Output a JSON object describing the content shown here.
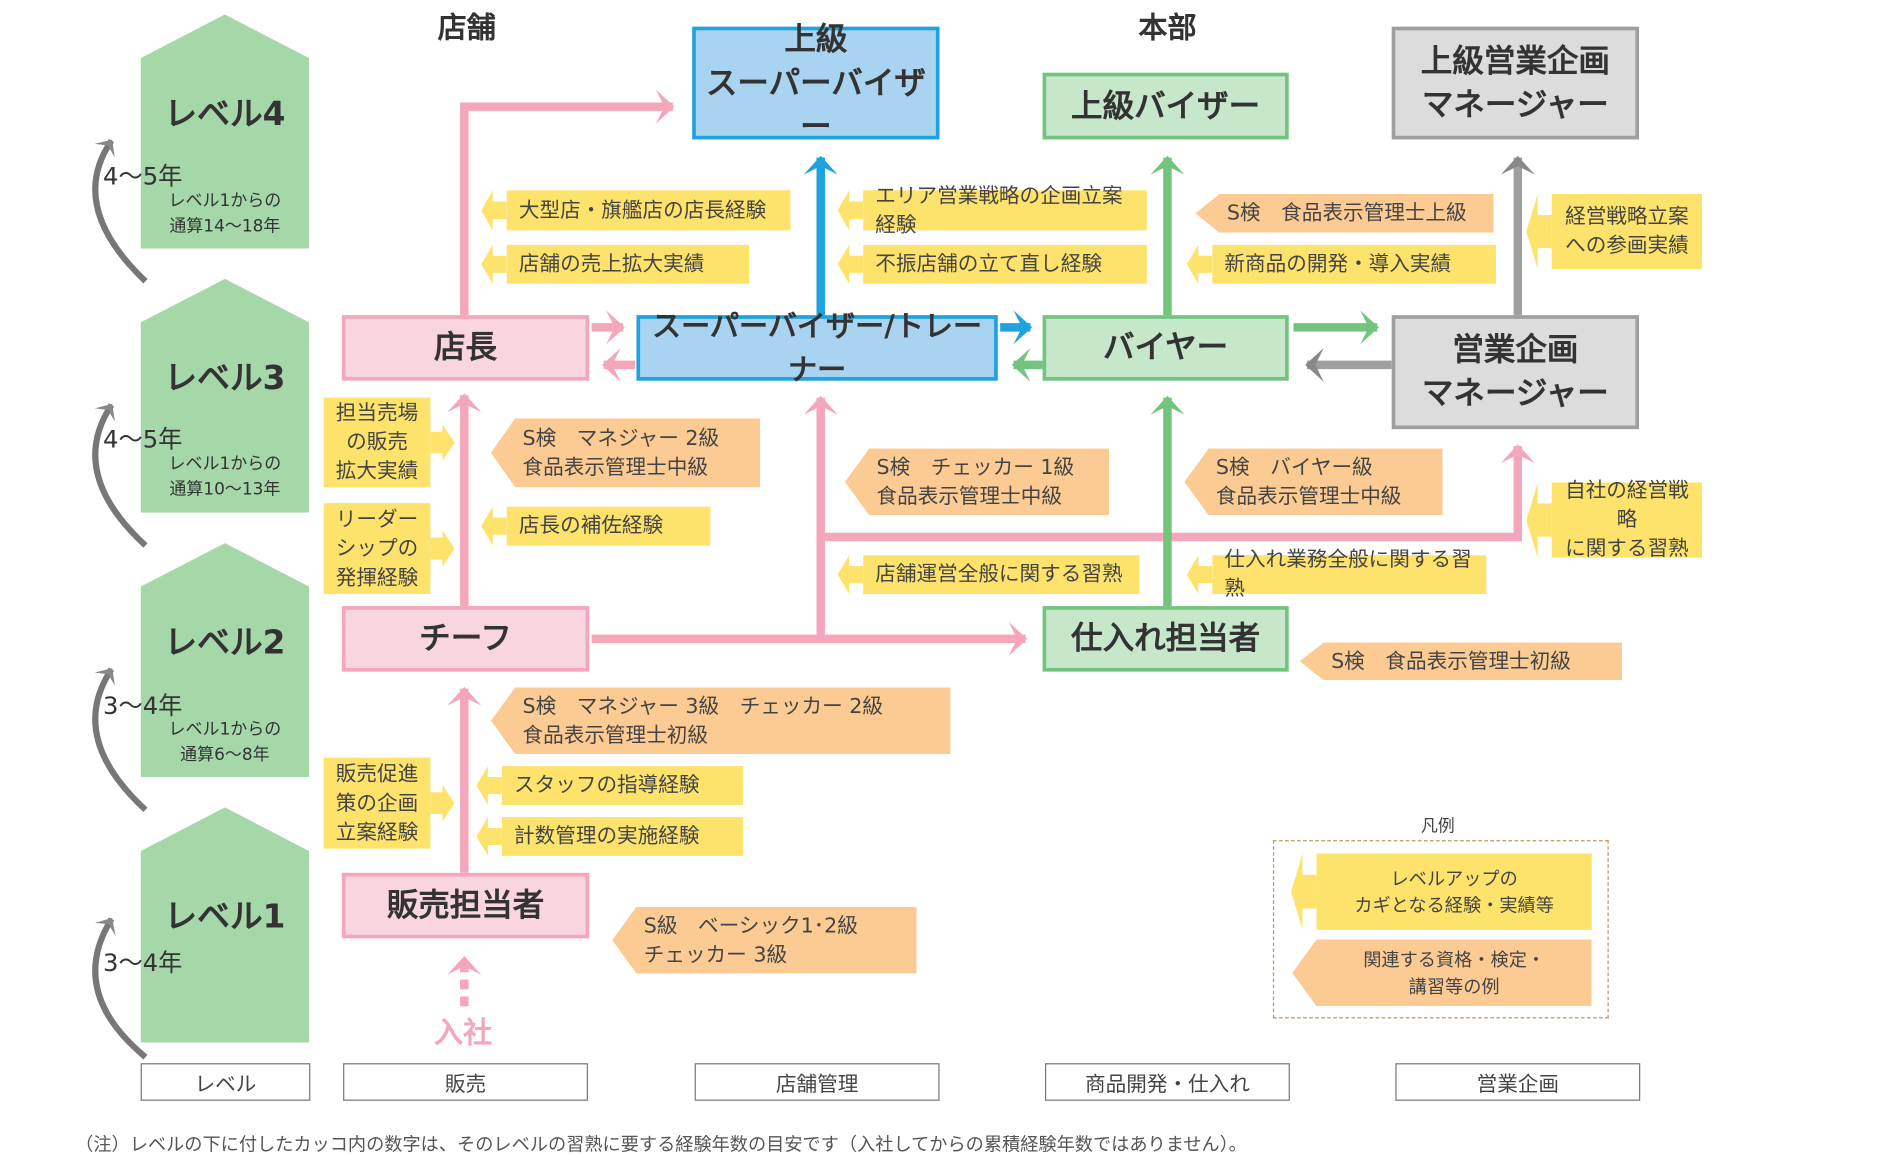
{
  "headers": {
    "store": "店舗",
    "hq": "本部"
  },
  "levels": [
    {
      "title": "レベル4",
      "years": "4〜5年",
      "cumulative": "レベル1からの\n通算14〜18年"
    },
    {
      "title": "レベル3",
      "years": "4〜5年",
      "cumulative": "レベル1からの\n通算10〜13年"
    },
    {
      "title": "レベル2",
      "years": "3〜4年",
      "cumulative": "レベル1からの\n通算6〜8年"
    },
    {
      "title": "レベル1",
      "years": "3〜4年"
    }
  ],
  "roles": {
    "senior_supervisor": "上級\nスーパーバイザー",
    "senior_buyer": "上級バイザー",
    "senior_sales_planning_manager": "上級営業企画\nマネージャー",
    "store_manager": "店長",
    "supervisor_trainer": "スーパーバイザー/トレーナー",
    "buyer": "バイヤー",
    "sales_planning_manager": "営業企画\nマネージャー",
    "chief": "チーフ",
    "purchasing": "仕入れ担当者",
    "sales_staff": "販売担当者",
    "entry": "入社"
  },
  "key_experiences": {
    "flagship_manager": "大型店・旗艦店の店長経験",
    "store_sales_growth": "店舗の売上拡大実績",
    "area_strategy": "エリア営業戦略の企画立案経験",
    "store_turnaround": "不振店舗の立て直し経験",
    "new_product": "新商品の開発・導入実績",
    "mgmt_strategy": "経営戦略立案\nへの参画実績",
    "area_sales": "担当売場\nの販売\n拡大実績",
    "leadership": "リーダー\nシップの\n発揮経験",
    "assist_manager": "店長の補佐経験",
    "store_operation": "店舗運営全般に関する習熟",
    "purchasing_work": "仕入れ業務全般に関する習熟",
    "company_strategy": "自社の経営戦略\nに関する習熟",
    "promotion_planning": "販売促進\n策の企画\n立案経験",
    "staff_guidance": "スタッフの指導経験",
    "numbers_mgmt": "計数管理の実施経験"
  },
  "qualifications": {
    "food_label_senior": "S検　食品表示管理士上級",
    "manager2": "S検　マネジャー 2級\n食品表示管理士中級",
    "checker1": "S検　チェッカー 1級\n食品表示管理士中級",
    "buyer_grade": "S検　バイヤー級\n食品表示管理士中級",
    "food_label_basic": "S検　食品表示管理士初級",
    "manager3": "S検　マネジャー 3級　チェッカー 2級\n食品表示管理士初級",
    "basic": "S級　ベーシック1･2級\nチェッカー 3級"
  },
  "legend": {
    "title": "凡例",
    "key": "レベルアップの\nカギとなる経験・実績等",
    "qual": "関連する資格・検定・\n講習等の例"
  },
  "categories": [
    "レベル",
    "販売",
    "店舗管理",
    "商品開発・仕入れ",
    "営業企画"
  ],
  "footnote": "（注）レベルの下に付したカッコ内の数字は、そのレベルの習熟に要する経験年数の目安です（入社してからの累積経験年数ではありません）。",
  "colors": {
    "pink": "#f4a6ba",
    "blue": "#1fa3df",
    "green": "#74c47f",
    "grey": "#9f9f9f",
    "yellow": "#fde36b",
    "orange": "#fccb93",
    "level": "#a5d7a8"
  }
}
